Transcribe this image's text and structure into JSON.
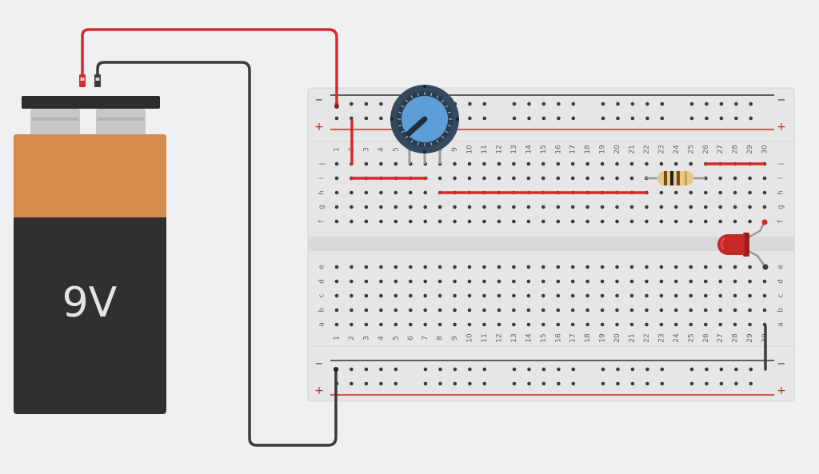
{
  "battery": {
    "label": "9V"
  },
  "breadboard": {
    "columns": [
      "1",
      "2",
      "3",
      "4",
      "5",
      "6",
      "7",
      "8",
      "9",
      "10",
      "11",
      "12",
      "13",
      "14",
      "15",
      "16",
      "17",
      "18",
      "19",
      "20",
      "21",
      "22",
      "23",
      "24",
      "25",
      "26",
      "27",
      "28",
      "29",
      "30"
    ],
    "top_rows": [
      "j",
      "i",
      "h",
      "g",
      "f"
    ],
    "bottom_rows": [
      "e",
      "d",
      "c",
      "b",
      "a"
    ],
    "rail_labels": {
      "minus": "−",
      "plus": "+"
    }
  },
  "colors": {
    "background": "#eff0f2",
    "board": "#e6e6e6",
    "wire_red": "#d42a2a",
    "wire_black": "#3b3b3b",
    "battery_top": "#d58b4c",
    "battery_body": "#303030",
    "pot_knob": "#5e9ed8",
    "pot_body": "#34495e",
    "led": "#c62828"
  }
}
